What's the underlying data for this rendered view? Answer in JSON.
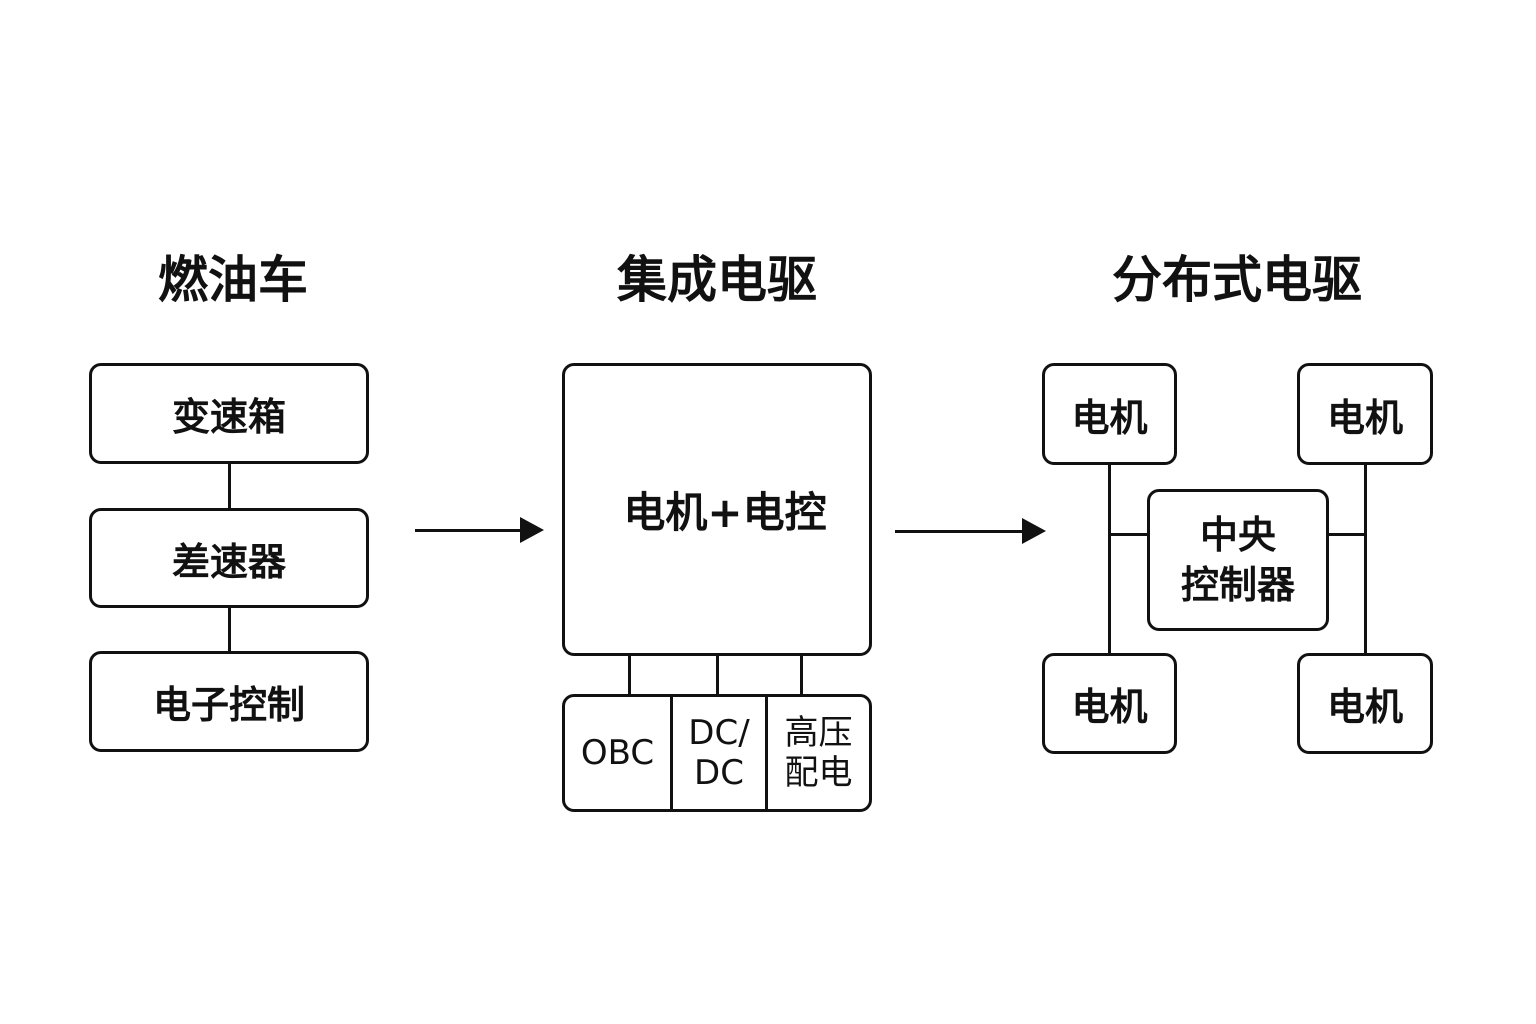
{
  "columns": {
    "fuel": {
      "title": "燃油车",
      "blocks": [
        "变速箱",
        "差速器",
        "电子控制"
      ]
    },
    "integrated": {
      "title": "集成电驱",
      "main_block": "电机+电控",
      "sub_blocks": [
        "OBC",
        "DC/\nDC",
        "高压\n配电"
      ]
    },
    "distributed": {
      "title": "分布式电驱",
      "motor_label": "电机",
      "center_block": "中央\n控制器"
    }
  }
}
